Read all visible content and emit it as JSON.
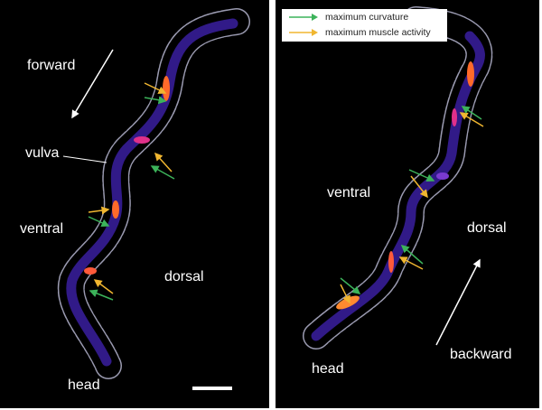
{
  "left_panel": {
    "labels": {
      "forward": "forward",
      "vulva": "vulva",
      "ventral": "ventral",
      "dorsal": "dorsal",
      "head": "head"
    }
  },
  "right_panel": {
    "labels": {
      "ventral": "ventral",
      "dorsal": "dorsal",
      "backward": "backward",
      "head": "head"
    }
  },
  "legend": {
    "items": [
      {
        "label": "maximum curvature",
        "color": "#3cb35a"
      },
      {
        "label": "maximum muscle activity",
        "color": "#f0b630"
      }
    ]
  },
  "colors": {
    "worm": "#3a1fa0",
    "hot": "#ff6a2a",
    "outline": "#9a9ab0"
  }
}
